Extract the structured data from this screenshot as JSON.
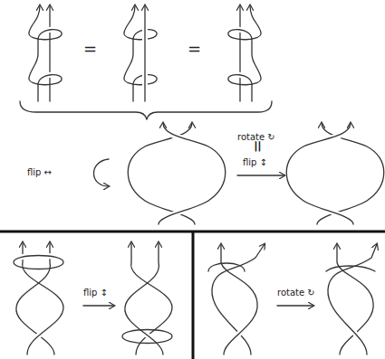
{
  "diagram": {
    "labels": [
      "=",
      "=",
      "flip ↔",
      "rotate ↻",
      "=",
      "flip ↕",
      "flip ↕",
      "rotate ↻"
    ]
  }
}
